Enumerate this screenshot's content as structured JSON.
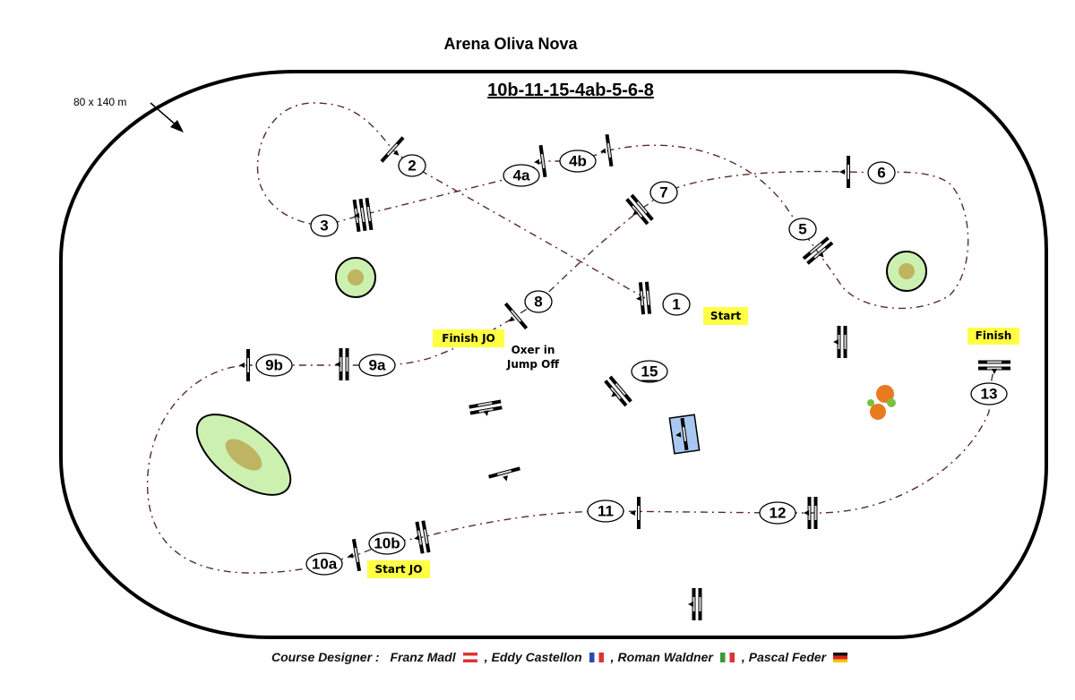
{
  "title": "Arena Oliva Nova",
  "jumpoff_sequence": "10b-11-15-4ab-5-6-8",
  "arena_size": "80 x 140 m",
  "numbers": [
    "1",
    "2",
    "3",
    "4a",
    "4b",
    "5",
    "6",
    "7",
    "8",
    "9a",
    "9b",
    "10a",
    "10b",
    "11",
    "12",
    "13",
    "15"
  ],
  "labels": {
    "start": "Start",
    "finish": "Finish",
    "finish_jo": "Finish JO",
    "start_jo": "Start JO",
    "oxer_line1": "Oxer in",
    "oxer_line2": "Jump Off"
  },
  "footer": {
    "prefix": "Course Designer :",
    "designers": [
      {
        "name": "Franz Madl",
        "flag": "austria-flag",
        "sep": ","
      },
      {
        "name": "Eddy Castellon",
        "flag": "france-flag",
        "sep": ","
      },
      {
        "name": "Roman Waldner",
        "flag": "italy-flag",
        "sep": ","
      },
      {
        "name": "Pascal Feder",
        "flag": "germany-flag",
        "sep": ""
      }
    ]
  },
  "colors": {
    "path": "#5a2a2a",
    "label_bg": "#ffff44",
    "tree": "#ccf0b0",
    "water": "#a8c8f0"
  }
}
